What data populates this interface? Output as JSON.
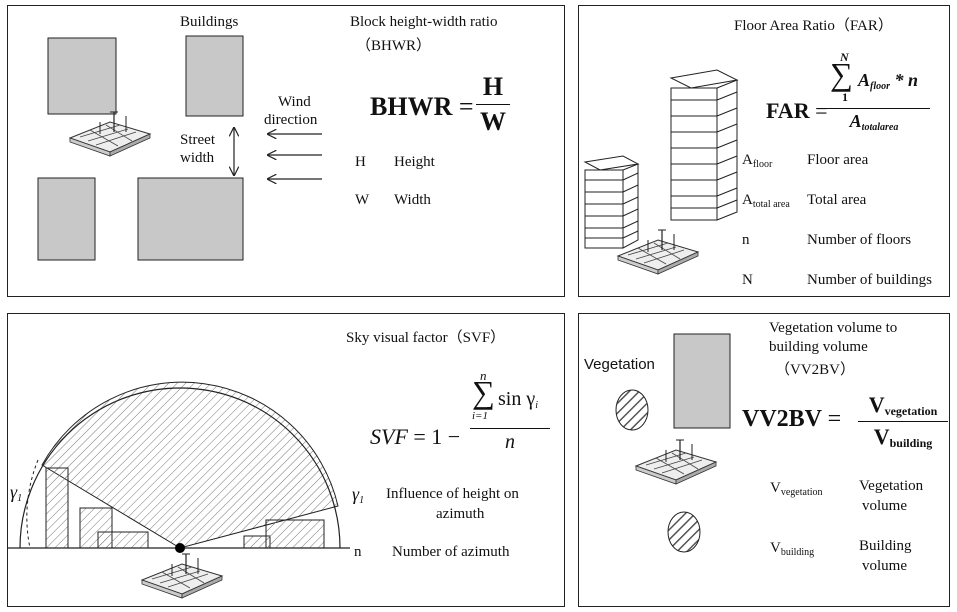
{
  "bhwr": {
    "buildings_label": "Buildings",
    "title_line1": "Block height-width ratio",
    "title_line2": "（BHWR）",
    "wind_line1": "Wind",
    "wind_line2": "direction",
    "street_line1": "Street",
    "street_line2": "width",
    "formula_lhs": "BHWR",
    "formula_eq": "=",
    "formula_num": "H",
    "formula_den": "W",
    "legend": [
      {
        "symbol": "H",
        "meaning": "Height"
      },
      {
        "symbol": "W",
        "meaning": "Width"
      }
    ]
  },
  "far": {
    "title": "Floor Area Ratio（FAR）",
    "formula_lhs": "FAR",
    "formula_eq": "=",
    "sum_upper": "N",
    "sum_lower": "1",
    "sum_symbol": "∑",
    "num_var": "A",
    "num_sub": "floor",
    "num_tail": " * n",
    "den_var": "A",
    "den_sub": "totalarea",
    "legend": [
      {
        "symbol": "A",
        "sub": "floor",
        "meaning": "Floor area"
      },
      {
        "symbol": "A",
        "sub": "total area",
        "meaning": "Total area"
      },
      {
        "symbol": "n",
        "sub": "",
        "meaning": "Number of floors"
      },
      {
        "symbol": "N",
        "sub": "",
        "meaning": "Number of buildings"
      }
    ]
  },
  "svf": {
    "title": "Sky visual factor（SVF）",
    "formula_lhs": "SVF",
    "formula_eq": "= 1 −",
    "sum_upper": "n",
    "sum_lower": "i=1",
    "sum_symbol": "∑",
    "num_tail": "sin γ",
    "num_sub": "i",
    "den": "n",
    "gamma_label": "γ",
    "gamma_sub": "1",
    "legend": [
      {
        "symbol": "γ",
        "sub": "1",
        "meaning_line1": "Influence of height on",
        "meaning_line2": "azimuth"
      },
      {
        "symbol": "n",
        "sub": "",
        "meaning_line1": "Number of azimuth",
        "meaning_line2": ""
      }
    ]
  },
  "vv2bv": {
    "vegetation_label": "Vegetation",
    "title_line1": "Vegetation volume to",
    "title_line2": "building volume",
    "title_line3": "（VV2BV）",
    "formula_lhs": "VV2BV",
    "formula_eq": "=",
    "num_var": "V",
    "num_sub": "vegetation",
    "den_var": "V",
    "den_sub": "building",
    "legend": [
      {
        "symbol": "V",
        "sub": "vegetation",
        "meaning_line1": "Vegetation",
        "meaning_line2": "volume"
      },
      {
        "symbol": "V",
        "sub": "building",
        "meaning_line1": "Building",
        "meaning_line2": "volume"
      }
    ]
  },
  "colors": {
    "building_fill": "#c8c8c8",
    "stroke": "#222222"
  }
}
